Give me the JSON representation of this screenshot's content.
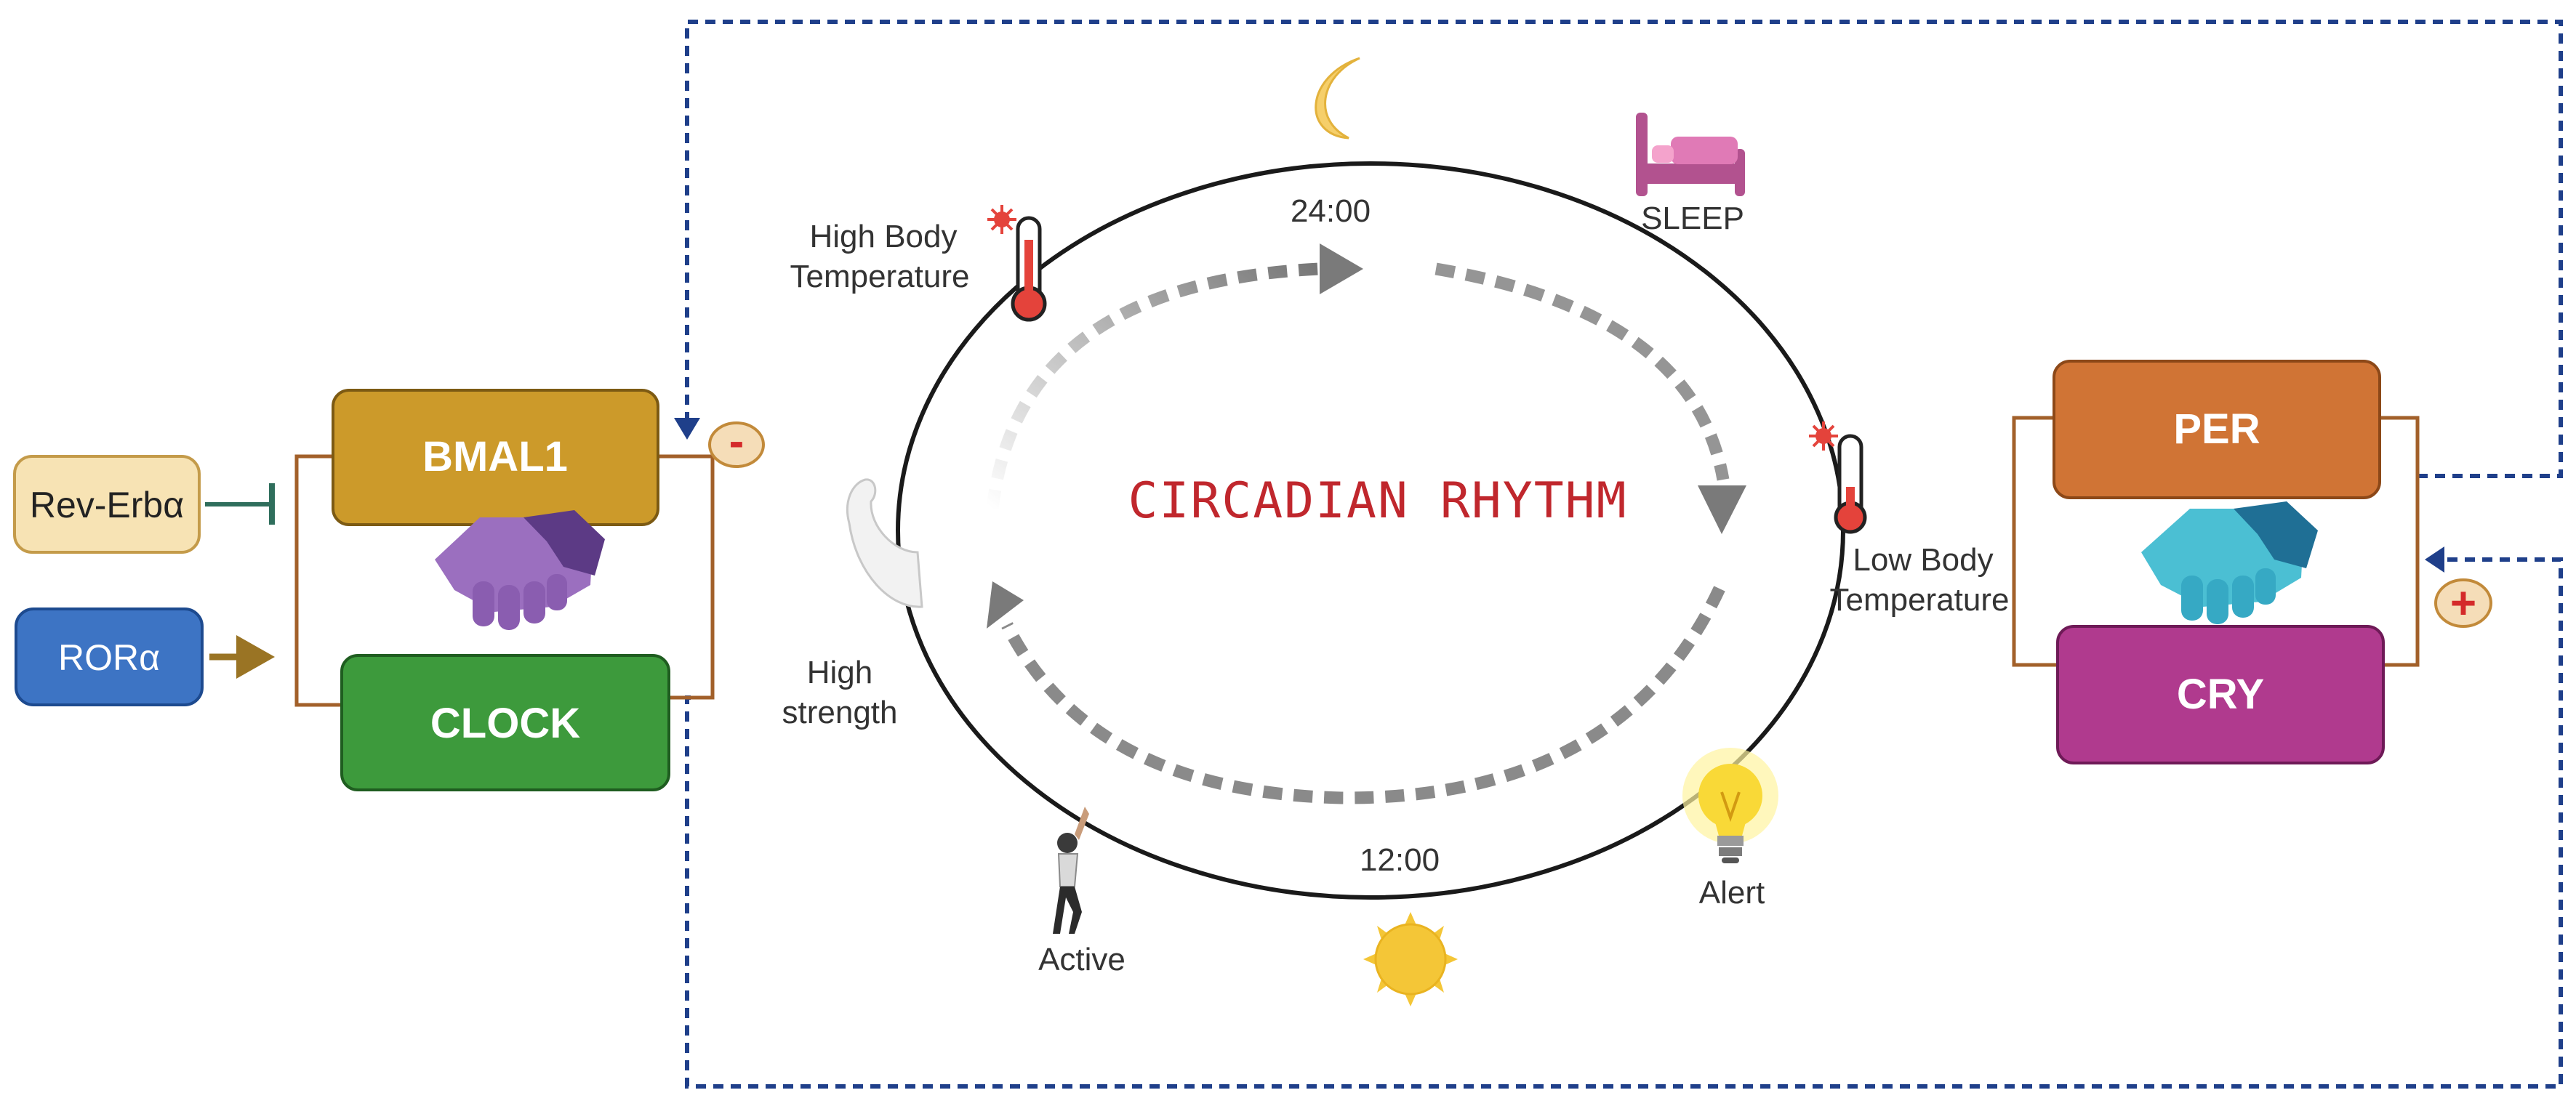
{
  "title": "CIRCADIAN RHYTHM",
  "times": {
    "top": "24:00",
    "bottom": "12:00"
  },
  "labels": {
    "sleep": "SLEEP",
    "high_temp_1": "High Body",
    "high_temp_2": "Temperature",
    "low_temp_1": "Low Body",
    "low_temp_2": "Temperature",
    "high_strength_1": "High",
    "high_strength_2": "strength",
    "active": "Active",
    "alert": "Alert"
  },
  "genes": {
    "bmal1": "BMAL1",
    "clock": "CLOCK",
    "per": "PER",
    "cry": "CRY"
  },
  "regulators": {
    "rev_erb": "Rev-Erbα",
    "ror": "RORα"
  },
  "signs": {
    "minus": "-",
    "plus": "+"
  },
  "colors": {
    "bmal1": "#cc9a2a",
    "clock": "#3d9a3c",
    "per": "#d07435",
    "cry": "#b03a8e",
    "rev_erb": "#f7e3b4",
    "ror": "#3d74c4",
    "title": "#c0272d",
    "feedback_dash": "#1f3f8a",
    "connector": "#a2602a"
  }
}
